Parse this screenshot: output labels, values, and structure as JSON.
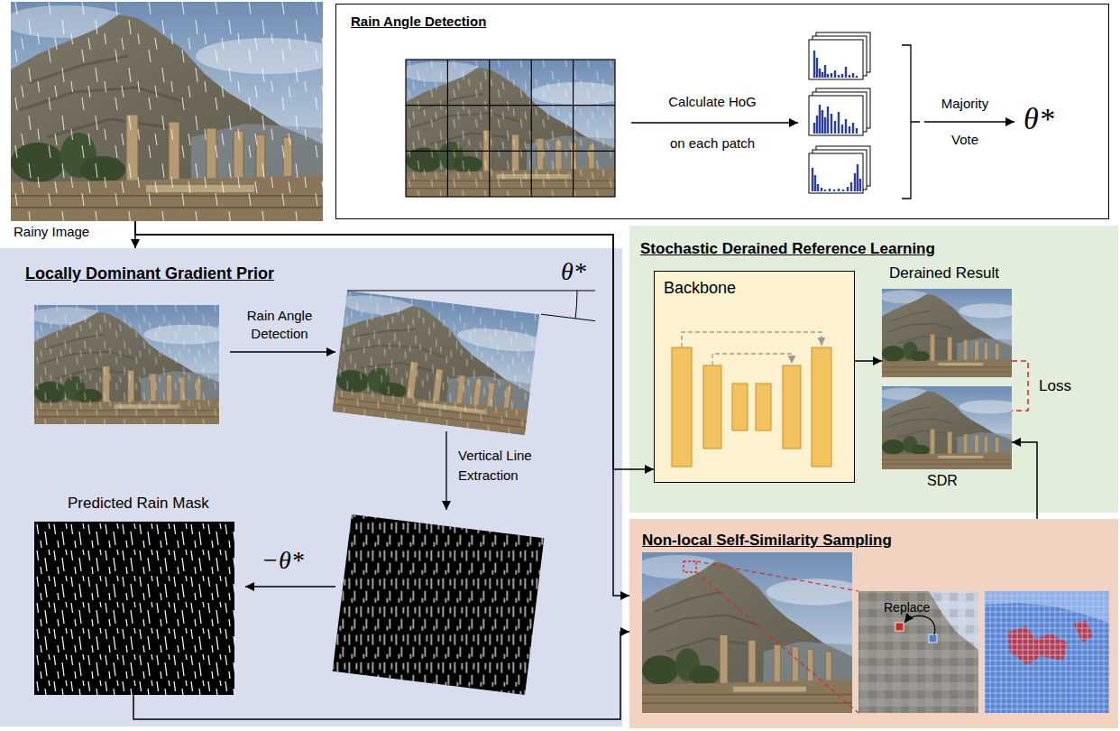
{
  "diagram": {
    "nodes": [
      {
        "text": [
          "Rainy Image"
        ]
      },
      {
        "text": [
          "Rain Angle Detection"
        ]
      },
      {
        "text": [
          "Locally Dominant Gradient Prior"
        ]
      },
      {
        "text": [
          "Predicted Rain Mask"
        ],
        "in": 2
      },
      {
        "text": [
          "Stochastic Derained Reference Learning"
        ]
      },
      {
        "text": [
          "Backbone"
        ],
        "in": 4
      },
      {
        "text": [
          "Derained Result"
        ],
        "in": 4
      },
      {
        "text": [
          "SDR"
        ],
        "in": 4
      },
      {
        "text": [
          "Non-local Self-Similarity Sampling"
        ]
      }
    ],
    "edges": [
      {
        "from": 0,
        "to": 2,
        "arrow": "to"
      },
      {
        "from": 0,
        "to": 5,
        "arrow": "to"
      },
      {
        "from": 0,
        "to": 8,
        "arrow": "to"
      },
      {
        "from": 3,
        "to": 8,
        "arrow": "to"
      },
      {
        "from": 5,
        "to": 6,
        "arrow": "to"
      },
      {
        "from": 6,
        "to": 7,
        "label": "Loss",
        "arrow": "none"
      },
      {
        "from": 8,
        "to": 7,
        "arrow": "to"
      }
    ],
    "labels": [
      "Calculate HoG on each patch",
      "Majority Vote",
      "θ*",
      "Rain Angle Detection",
      "θ*",
      "Vertical Line Extraction",
      "−θ*",
      "Replace"
    ]
  }
}
